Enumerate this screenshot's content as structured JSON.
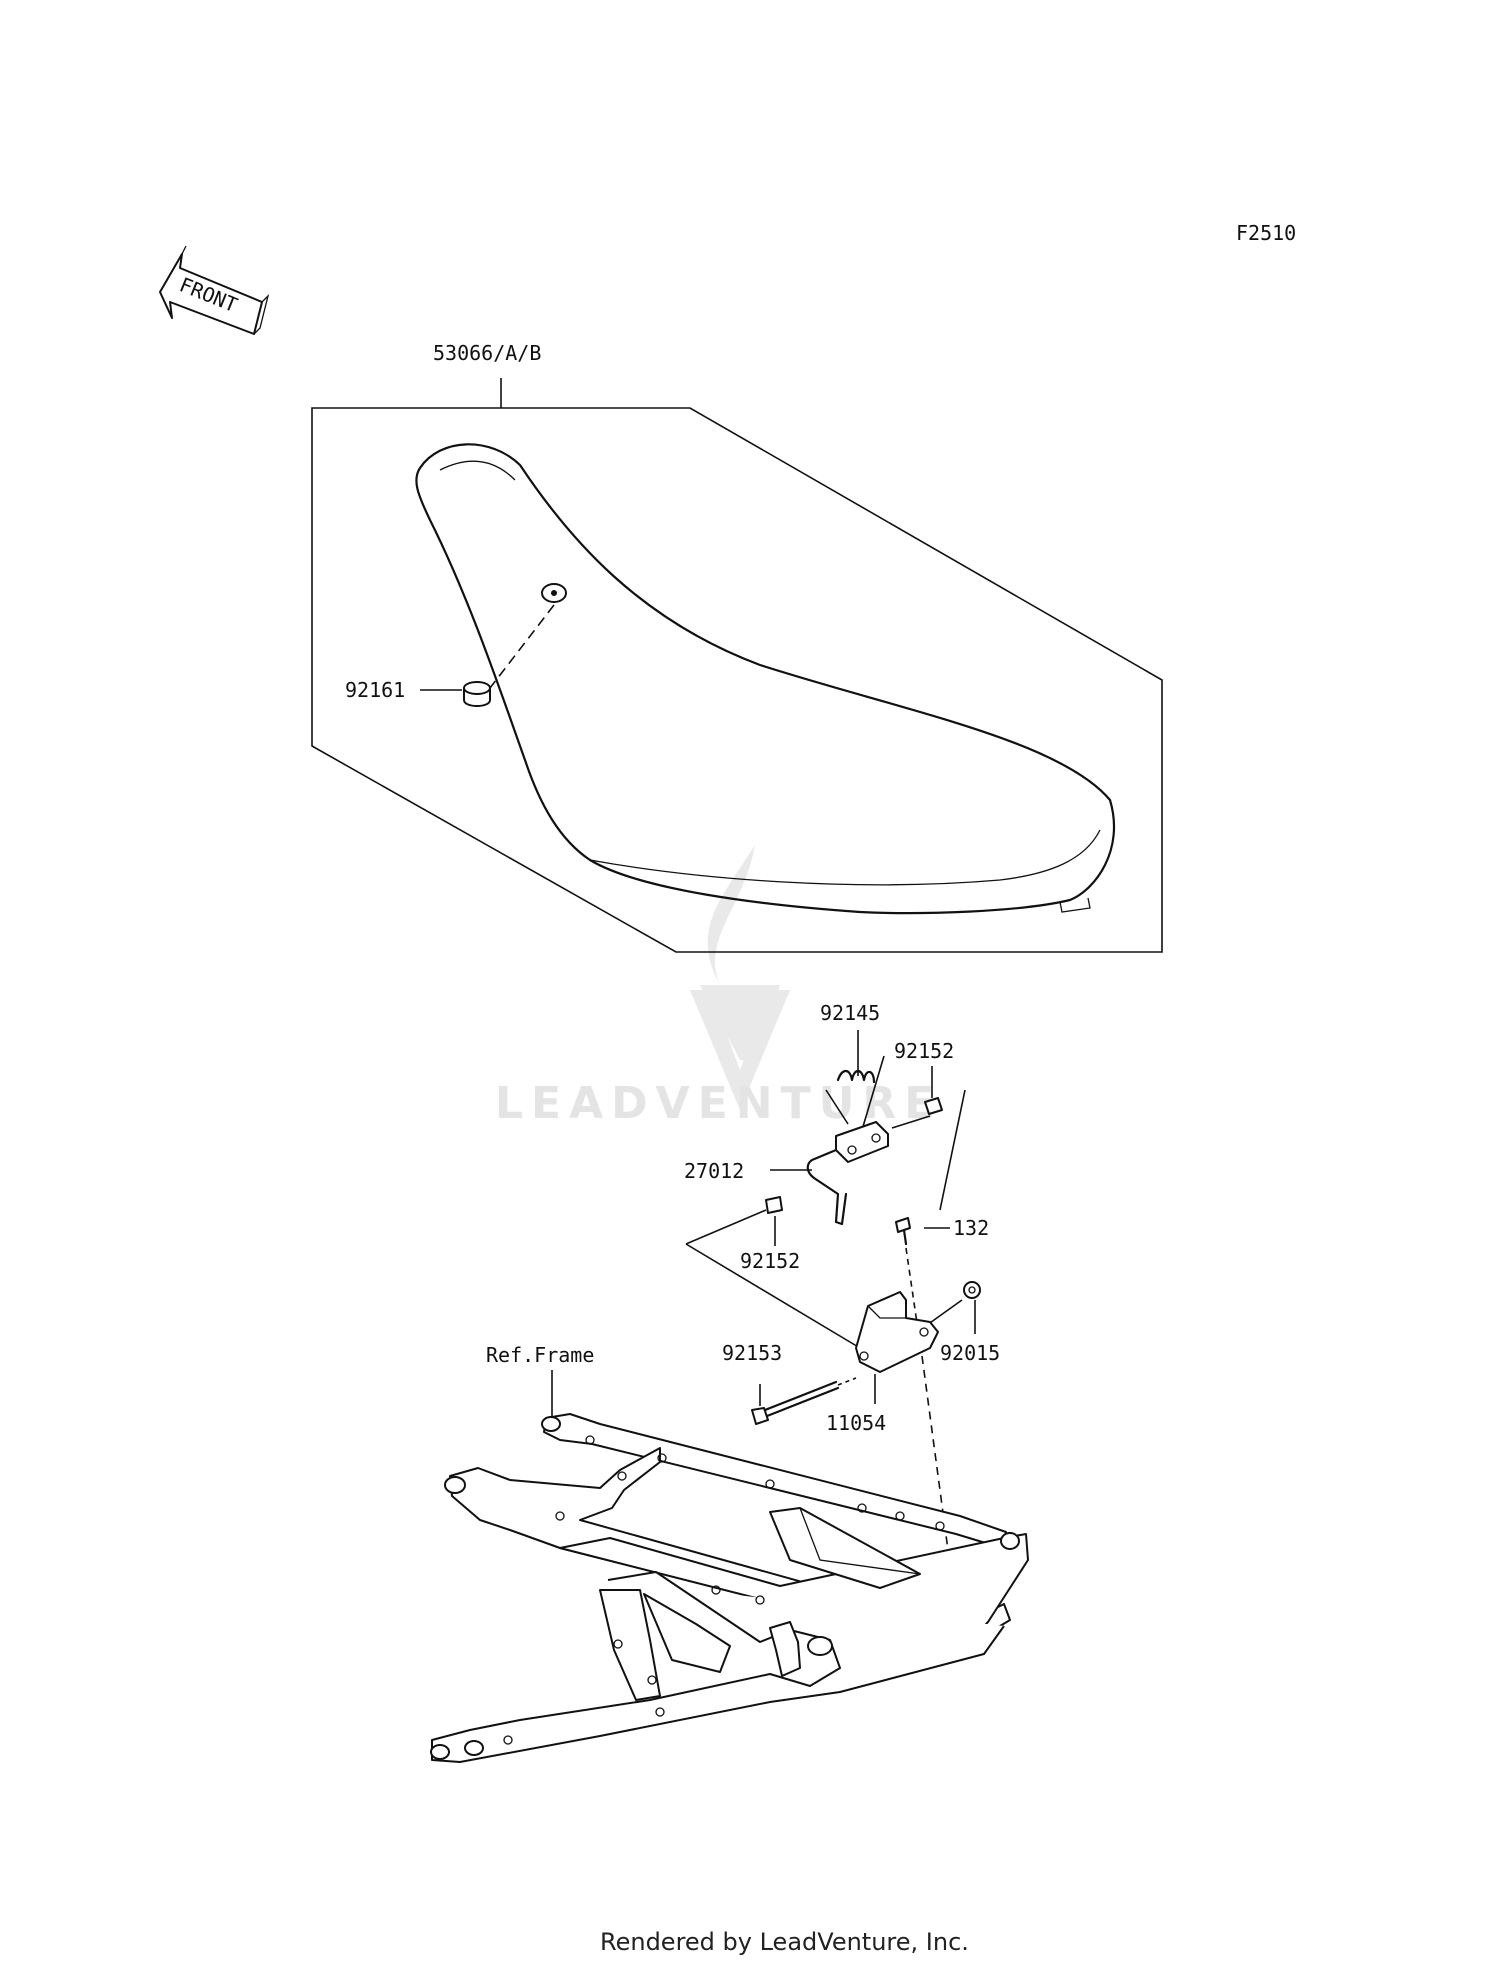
{
  "diagram": {
    "code": "F2510",
    "front_label": "FRONT",
    "footer": "Rendered by LeadVenture, Inc.",
    "watermark": "LEADVENTURE",
    "parts": [
      {
        "id": "seat",
        "number": "53066/A/B"
      },
      {
        "id": "cap",
        "number": "92161"
      },
      {
        "id": "spring",
        "number": "92145"
      },
      {
        "id": "collar-upper",
        "number": "92152"
      },
      {
        "id": "hook",
        "number": "27012"
      },
      {
        "id": "collar-lower",
        "number": "92152"
      },
      {
        "id": "bolt-small",
        "number": "132"
      },
      {
        "id": "nut",
        "number": "92015"
      },
      {
        "id": "bolt-long",
        "number": "92153"
      },
      {
        "id": "bracket",
        "number": "11054"
      },
      {
        "id": "frame",
        "number": "Ref.Frame"
      }
    ]
  }
}
